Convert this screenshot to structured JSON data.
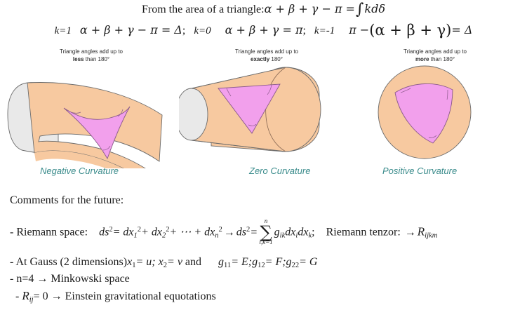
{
  "slide": {
    "heading_prefix": "From the area of a triangle:",
    "heading_formula_lhs": "α + β + γ − π =",
    "heading_formula_integral": "∫",
    "heading_formula_rhs": "kdδ",
    "cases": [
      {
        "k_label": "k=1",
        "formula": "α + β + γ − π = Δ",
        "terminator": ";"
      },
      {
        "k_label": "k=0",
        "formula": "α + β + γ = π",
        "terminator": ";"
      },
      {
        "k_label": "k=-1",
        "formula_pre": "π −",
        "formula_paren": "(α + β + γ)",
        "formula_post": "= Δ",
        "terminator": ""
      }
    ]
  },
  "figures": [
    {
      "id": "negative",
      "caption_line1": "Triangle angles add up to",
      "caption_bold": "less",
      "caption_line2_rest": " than 180°",
      "curvature_label": "Negative Curvature",
      "surface_type": "saddle",
      "surface_color": "#f7c9a0",
      "cap_color": "#e9e9e9",
      "triangle_color": "#f2a0ec",
      "triangle_shape": "concave"
    },
    {
      "id": "zero",
      "caption_line1": "Triangle angles add up to",
      "caption_bold": "exactly",
      "caption_line2_rest": " 180°",
      "curvature_label": "Zero Curvature",
      "surface_type": "cylinder",
      "surface_color": "#f7c9a0",
      "cap_color": "#e9e9e9",
      "triangle_color": "#f2a0ec",
      "triangle_shape": "straight"
    },
    {
      "id": "positive",
      "caption_line1": "Triangle angles add up to",
      "caption_bold": "more",
      "caption_line2_rest": " than 180°",
      "curvature_label": "Positive Curvature",
      "surface_type": "sphere",
      "surface_color": "#f7c9a0",
      "cap_color": "#e9e9e9",
      "triangle_color": "#f2a0ec",
      "triangle_shape": "convex"
    }
  ],
  "comments": {
    "header": "Comments for the future:",
    "riemann_label": "- Riemann space:",
    "riemann_eq_part1": "ds",
    "riemann_eq_part2": "= dx",
    "riemann_eq_part3": "+ dx",
    "riemann_eq_part4": "+ ⋯ + dx",
    "riemann_eq_arrow": "→",
    "riemann_eq_ds2": "ds",
    "riemann_sum_top": "n",
    "riemann_sum_bot": "i,k=1",
    "riemann_sum_body": "g",
    "riemann_sum_sub": "ik",
    "riemann_sum_dx1": "dx",
    "riemann_sum_dx1sub": "i",
    "riemann_sum_dx2": "dx",
    "riemann_sum_dx2sub": "k",
    "riemann_tensor_label": "Riemann tenzor:",
    "riemann_tensor_symbol": "R",
    "riemann_tensor_sub": "ijkm",
    "gauss_label": "- At Gauss (2 dimensions)",
    "gauss_x1": "x",
    "gauss_x1_sub": "1",
    "gauss_x1_val": "= u;",
    "gauss_x2": "x",
    "gauss_x2_sub": "2",
    "gauss_x2_val": "= v",
    "gauss_and": "and",
    "gauss_g11": "g",
    "gauss_g11_sub": "11",
    "gauss_g11_val": "= E;",
    "gauss_g12": "g",
    "gauss_g12_sub": "12",
    "gauss_g12_val": "= F;",
    "gauss_g22": "g",
    "gauss_g22_sub": "22",
    "gauss_g22_val": "= G",
    "minkowski": "- n=4  → Minkowski space",
    "einstein_dash": "-",
    "einstein_R": "R",
    "einstein_sub": "ij",
    "einstein_eq": "= 0 →",
    "einstein_text": "Einstein gravitational equotations"
  }
}
